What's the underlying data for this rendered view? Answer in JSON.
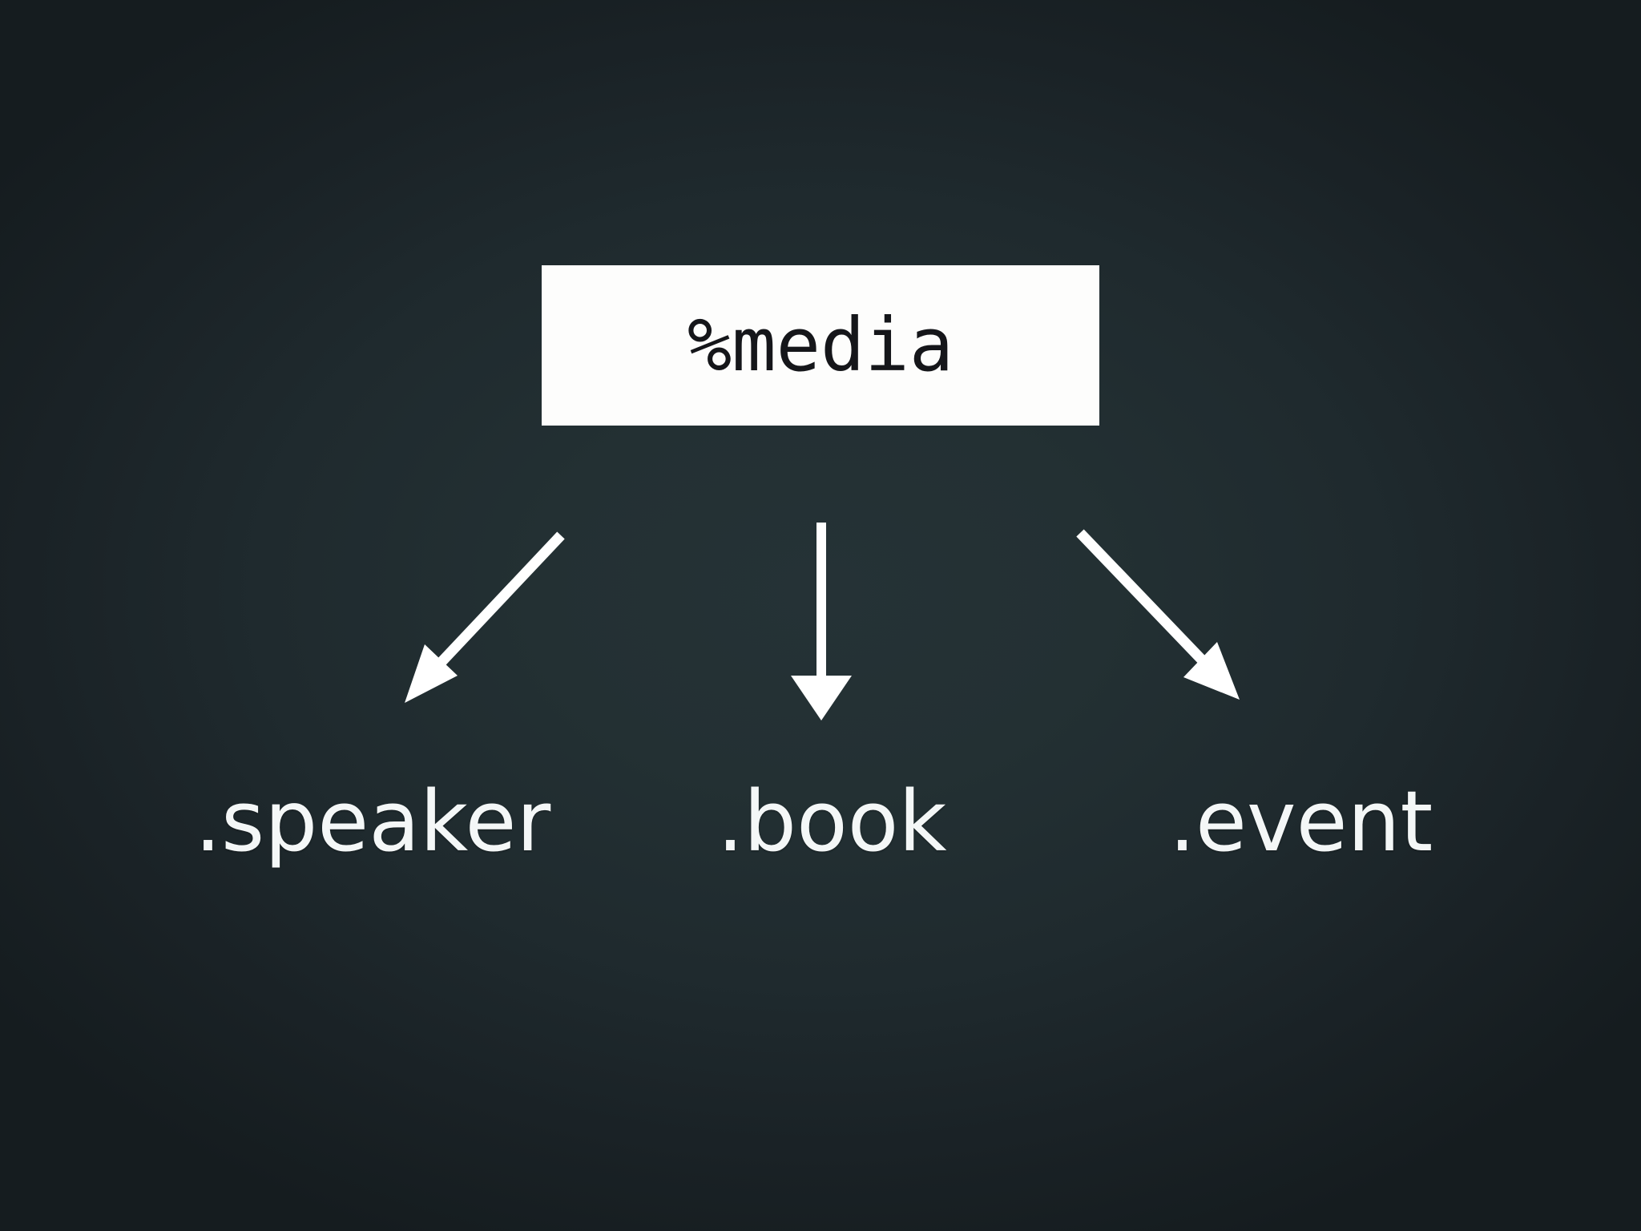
{
  "slide": {
    "background_outer_color": "#151c1f",
    "background_inner_color": "#253236",
    "accent_color": "#ffffff"
  },
  "diagram": {
    "type": "tree",
    "root": {
      "label": "%media",
      "box_fill_color": "#fdfdfc",
      "text_color": "#15161a"
    },
    "children": [
      {
        "label": ".speaker",
        "arrow": "diagonal-down-left"
      },
      {
        "label": ".book",
        "arrow": "straight-down"
      },
      {
        "label": ".event",
        "arrow": "diagonal-down-right"
      }
    ],
    "edges": [
      {
        "from": "%media",
        "to": ".speaker"
      },
      {
        "from": "%media",
        "to": ".book"
      },
      {
        "from": "%media",
        "to": ".event"
      }
    ]
  }
}
